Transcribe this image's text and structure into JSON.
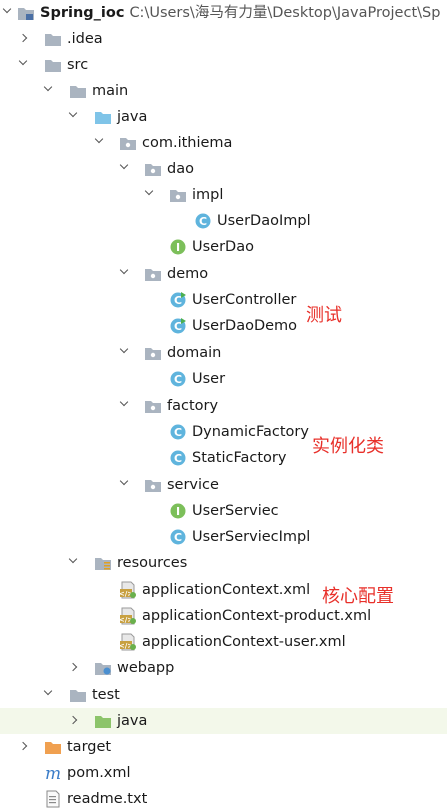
{
  "project": {
    "name": "Spring_ioc",
    "path": "C:\\Users\\海马有力量\\Desktop\\JavaProject\\Sp"
  },
  "tree": {
    "idea": ".idea",
    "src": "src",
    "main": "main",
    "java": "java",
    "package": "com.ithiema",
    "dao": "dao",
    "impl": "impl",
    "user_dao_impl": "UserDaoImpl",
    "user_dao": "UserDao",
    "demo": "demo",
    "user_controller": "UserController",
    "user_dao_demo": "UserDaoDemo",
    "domain": "domain",
    "user": "User",
    "factory": "factory",
    "dynamic_factory": "DynamicFactory",
    "static_factory": "StaticFactory",
    "service": "service",
    "user_serviec": "UserServiec",
    "user_serviec_impl": "UserServiecImpl",
    "resources": "resources",
    "app_context": "applicationContext.xml",
    "app_context_product": "applicationContext-product.xml",
    "app_context_user": "applicationContext-user.xml",
    "webapp": "webapp",
    "test": "test",
    "test_java": "java",
    "target": "target",
    "pom": "pom.xml",
    "readme": "readme.txt"
  },
  "annotations": {
    "test_note": "测试",
    "instance_note": "实例化类",
    "config_note": "核心配置"
  },
  "colors": {
    "folder": "#aab4c0",
    "source_folder": "#7fc4e8",
    "test_folder": "#8cc46a",
    "excluded_folder": "#f0a050",
    "class_icon": "#5fb4dd",
    "interface_icon": "#7cbf5a",
    "annotation_red": "#e8302a",
    "highlight_row": "#f3f8ea"
  }
}
